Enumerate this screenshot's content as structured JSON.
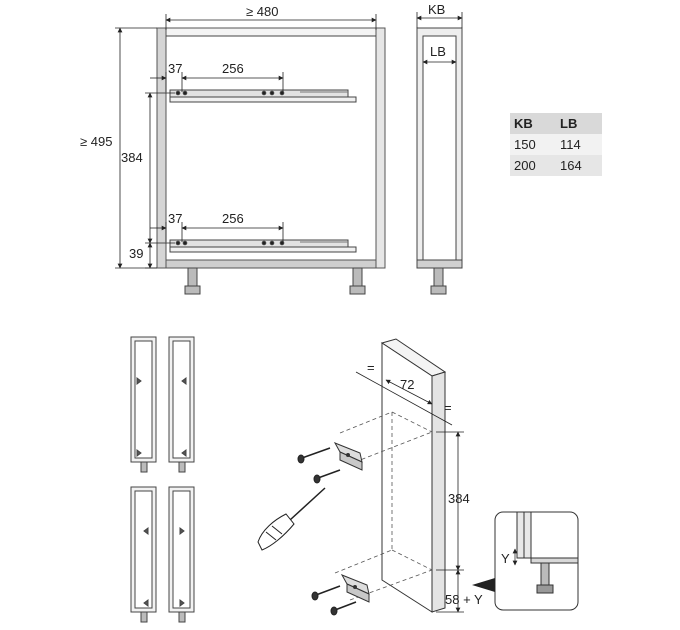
{
  "front_view": {
    "width_label": "≥ 480",
    "height_label": "≥ 495",
    "drawer_spacing_label": "384",
    "bottom_offset_label": "39",
    "top_slide": {
      "offset_label": "37",
      "spacing_label": "256"
    },
    "bottom_slide": {
      "offset_label": "37",
      "spacing_label": "256"
    }
  },
  "side_view": {
    "outer_label": "KB",
    "inner_label": "LB"
  },
  "size_table": {
    "headers": [
      "KB",
      "LB"
    ],
    "rows": [
      [
        "150",
        "114"
      ],
      [
        "200",
        "164"
      ]
    ]
  },
  "front_panel": {
    "offset_label": "72",
    "equal_sign_top": "=",
    "equal_sign_side": "=",
    "bracket_spacing_label": "384",
    "bottom_gap_label": "58 + Y"
  },
  "detail": {
    "y_label": "Y"
  }
}
